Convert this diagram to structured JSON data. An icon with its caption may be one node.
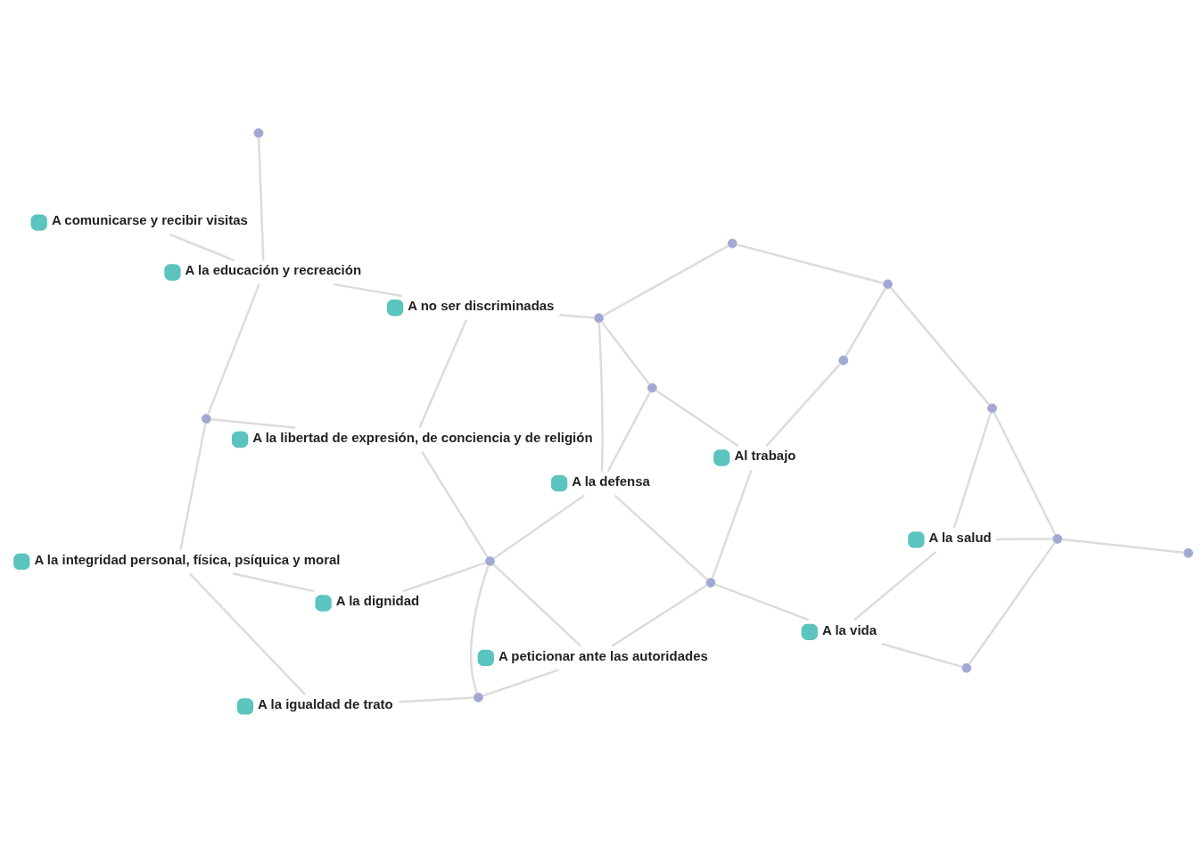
{
  "diagram": {
    "nodes": [
      {
        "text": [
          "A la dignidad"
        ]
      },
      {
        "text": [
          "A la integridad personal, física, psíquica y moral"
        ]
      },
      {
        "text": [
          "A la igualdad de trato"
        ]
      },
      {
        "text": [
          "A peticionar ante las autoridades"
        ]
      },
      {
        "text": [
          "A la vida"
        ]
      },
      {
        "text": [
          "A la salud"
        ]
      },
      {
        "text": [
          "A la libertad de expresión, de conciencia y de religión"
        ]
      },
      {
        "text": [
          "A no ser discriminadas"
        ]
      },
      {
        "text": [
          "A la defensa"
        ]
      },
      {
        "text": [
          "A la educación y recreación"
        ]
      },
      {
        "text": [
          "Al trabajo"
        ]
      },
      {
        "text": [
          "A comunicarse y recibir visitas"
        ]
      },
      {
        "text": [],
        "shape": "circle"
      },
      {
        "text": [],
        "shape": "circle"
      },
      {
        "text": [],
        "shape": "circle"
      },
      {
        "text": [],
        "shape": "circle"
      },
      {
        "text": [],
        "shape": "circle"
      },
      {
        "text": [],
        "shape": "circle"
      },
      {
        "text": [],
        "shape": "circle"
      },
      {
        "text": [],
        "shape": "circle"
      },
      {
        "text": [],
        "shape": "circle"
      },
      {
        "text": [],
        "shape": "circle"
      },
      {
        "text": [],
        "shape": "circle"
      },
      {
        "text": [],
        "shape": "circle"
      },
      {
        "text": [],
        "shape": "circle"
      },
      {
        "text": [],
        "shape": "circle"
      }
    ],
    "edges": [
      {
        "from": 0,
        "to": 1,
        "arrow": "none"
      },
      {
        "from": 0,
        "to": 14,
        "arrow": "none"
      },
      {
        "from": 14,
        "to": 8,
        "arrow": "none"
      },
      {
        "from": 1,
        "to": 2,
        "arrow": "none"
      },
      {
        "from": 2,
        "to": 13,
        "arrow": "none"
      },
      {
        "from": 13,
        "to": 14,
        "arrow": "none"
      },
      {
        "from": 13,
        "to": 3,
        "arrow": "none"
      },
      {
        "from": 1,
        "to": 17,
        "arrow": "none"
      },
      {
        "from": 17,
        "to": 6,
        "arrow": "none"
      },
      {
        "from": 17,
        "to": 9,
        "arrow": "none"
      },
      {
        "from": 14,
        "to": 3,
        "arrow": "none"
      },
      {
        "from": 14,
        "to": 6,
        "arrow": "none"
      },
      {
        "from": 6,
        "to": 7,
        "arrow": "none"
      },
      {
        "from": 7,
        "to": 9,
        "arrow": "none"
      },
      {
        "from": 3,
        "to": 15,
        "arrow": "none"
      },
      {
        "from": 15,
        "to": 10,
        "arrow": "none"
      },
      {
        "from": 15,
        "to": 4,
        "arrow": "none"
      },
      {
        "from": 15,
        "to": 8,
        "arrow": "none"
      },
      {
        "from": 4,
        "to": 12,
        "arrow": "none"
      },
      {
        "from": 12,
        "to": 16,
        "arrow": "none"
      },
      {
        "from": 4,
        "to": 5,
        "arrow": "none"
      },
      {
        "from": 5,
        "to": 16,
        "arrow": "none"
      },
      {
        "from": 16,
        "to": 21,
        "arrow": "none"
      },
      {
        "from": 16,
        "to": 20,
        "arrow": "none"
      },
      {
        "from": 5,
        "to": 20,
        "arrow": "none"
      },
      {
        "from": 8,
        "to": 18,
        "arrow": "none"
      },
      {
        "from": 8,
        "to": 19,
        "arrow": "none"
      },
      {
        "from": 19,
        "to": 10,
        "arrow": "none"
      },
      {
        "from": 7,
        "to": 18,
        "arrow": "none"
      },
      {
        "from": 18,
        "to": 19,
        "arrow": "none"
      },
      {
        "from": 18,
        "to": 25,
        "arrow": "none"
      },
      {
        "from": 25,
        "to": 24,
        "arrow": "none"
      },
      {
        "from": 24,
        "to": 22,
        "arrow": "none"
      },
      {
        "from": 22,
        "to": 10,
        "arrow": "none"
      },
      {
        "from": 9,
        "to": 11,
        "arrow": "none"
      },
      {
        "from": 9,
        "to": 23,
        "arrow": "none"
      },
      {
        "from": 24,
        "to": 20,
        "arrow": "none"
      }
    ]
  }
}
